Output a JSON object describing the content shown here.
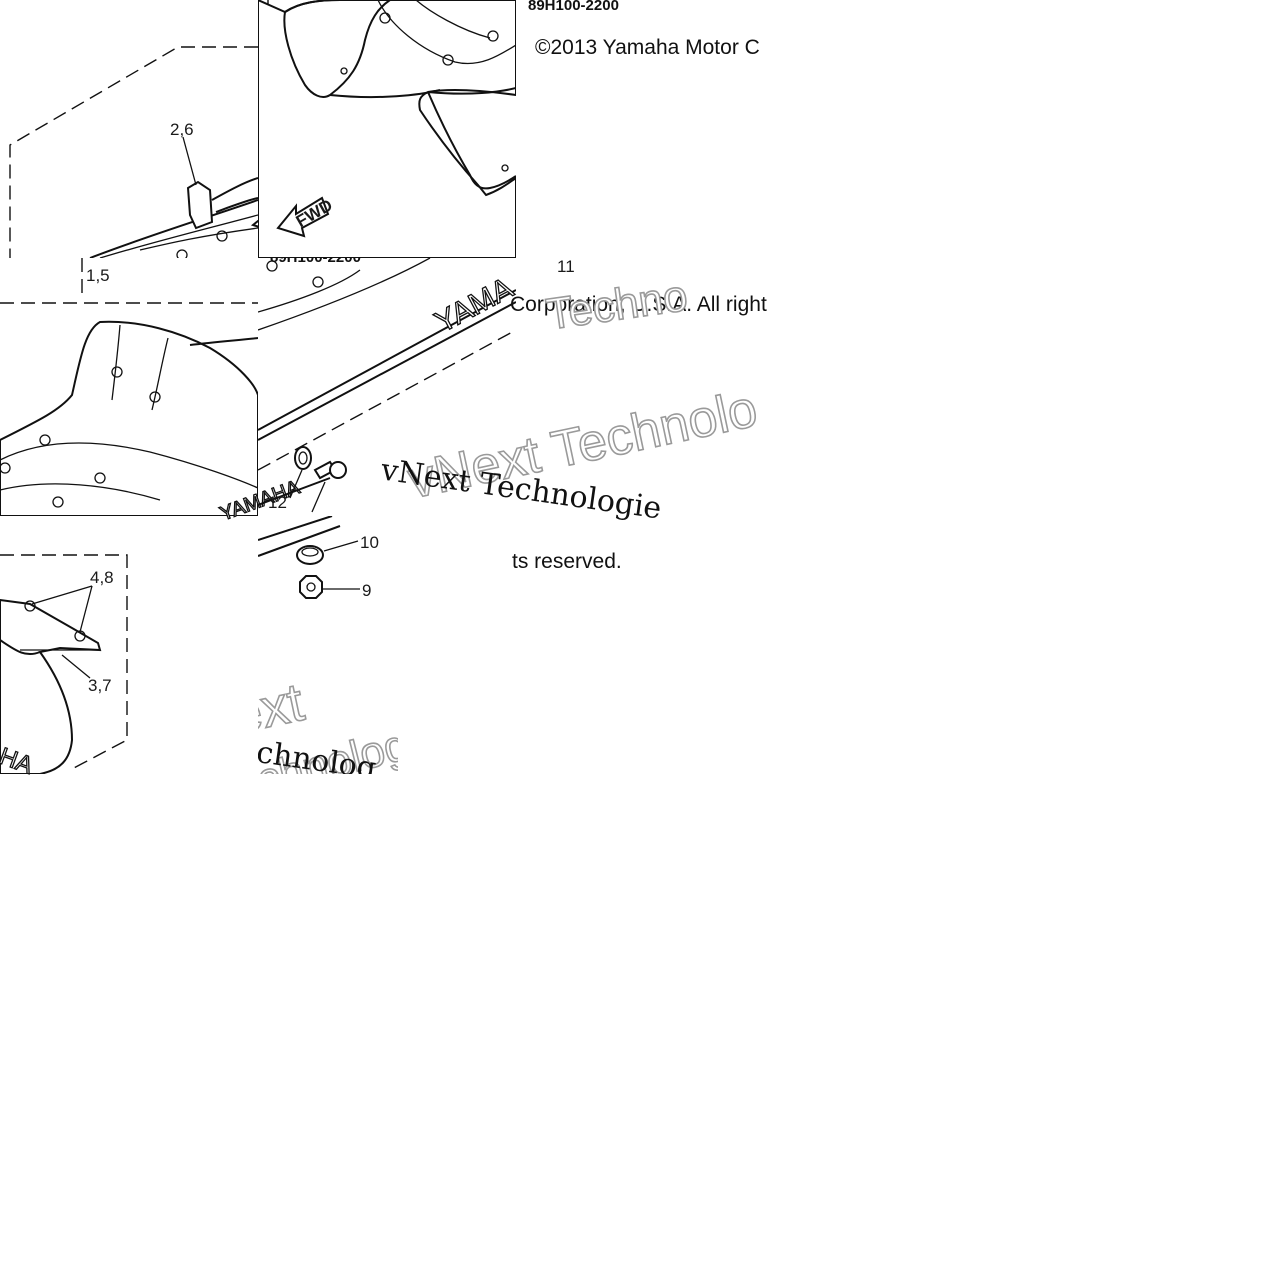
{
  "diagram": {
    "part_code": "89H100-2200",
    "copyright_line_1": "©2013 Yamaha Motor C",
    "copyright_line_2": "Corporation, U.S.A. All right",
    "copyright_line_3": "ts reserved.",
    "watermark_serif": "vNext Technologie",
    "watermark_outline_1": "vNext Technolo",
    "watermark_outline_2": "Techno",
    "watermark_outline_3": "ext",
    "watermark_outline_4": "chnologi",
    "fwd_arrow": "FWD",
    "brand_1": "YAMAHA",
    "brand_2": "YAMA",
    "brand_3": "HA",
    "faded_code": "89H100-2200",
    "callouts": {
      "c_2_6": "2,6",
      "c_1_5": "1,5",
      "c_11": "11",
      "c_12": "12",
      "c_10": "10",
      "c_9": "9",
      "c_4_8": "4,8",
      "c_3_7": "3,7"
    }
  }
}
